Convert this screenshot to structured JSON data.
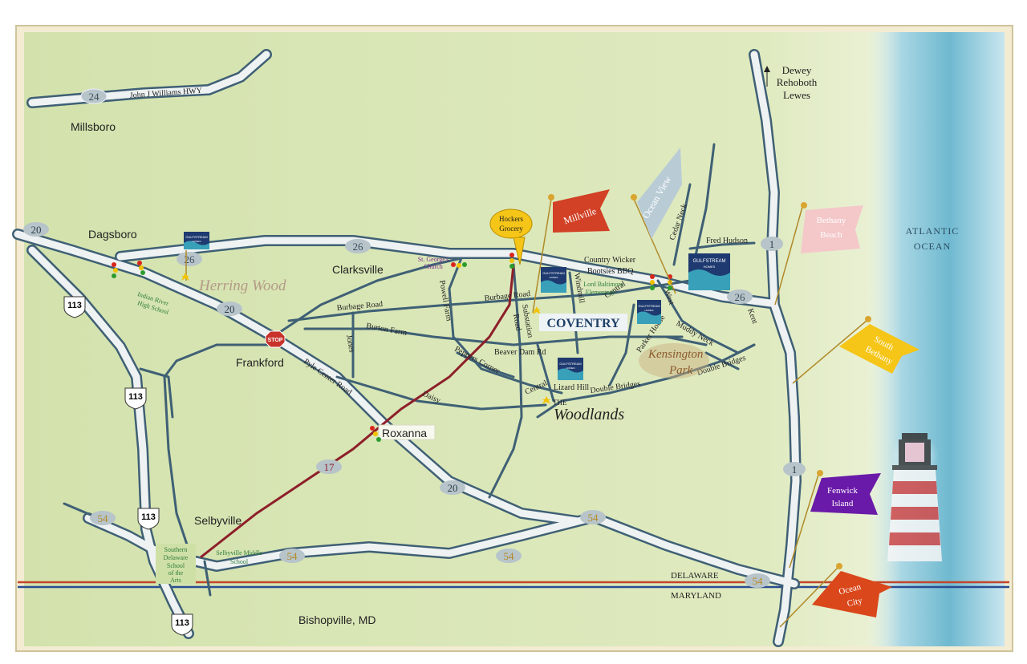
{
  "places": {
    "millsboro": "Millsboro",
    "dagsboro": "Dagsboro",
    "clarksville": "Clarksville",
    "frankford": "Frankford",
    "selbyville": "Selbyville",
    "roxanna": "Roxanna",
    "bishopville": "Bishopville, MD",
    "coventry": "COVENTRY",
    "herring_wood": "Herring Wood",
    "kensington_line1": "Kensington",
    "kensington_line2": "Park",
    "woodlands_the": "THE",
    "woodlands": "Woodlands",
    "atlantic_line1": "ATLANTIC",
    "atlantic_line2": "OCEAN",
    "dewey_line1": "Dewey",
    "dewey_line2": "Rehoboth",
    "dewey_line3": "Lewes",
    "delaware": "DELAWARE",
    "maryland": "MARYLAND"
  },
  "routes": {
    "r24": "24",
    "r20a": "20",
    "r20b": "20",
    "r20c": "20",
    "r26a": "26",
    "r26b": "26",
    "r26c": "26",
    "r113a": "113",
    "r113b": "113",
    "r113c": "113",
    "r113d": "113",
    "r54a": "54",
    "r54b": "54",
    "r54c": "54",
    "r54d": "54",
    "r54e": "54",
    "r17": "17",
    "r1a": "1",
    "r1b": "1"
  },
  "roads": {
    "john_j_williams": "John J Williams HWY",
    "burbage_left": "Burbage Road",
    "burbage_right": "Burbage Road",
    "burton_farm": "Burton Farm",
    "jones": "Jones",
    "powell_farm": "Powell Farm",
    "peppers_corner": "Peppers Corner",
    "pyle_center": "Pyle Center Road",
    "daisy": "Daisy",
    "beaver_dam": "Beaver Dam Rd",
    "substation_line1": "Substation",
    "substation_line2": "Road",
    "windmill": "Windmill",
    "central_a": "Central",
    "central_b": "Central",
    "lizard_hill": "Lizard Hill",
    "double_bridges_a": "Double Bridges",
    "double_bridges_b": "Double Bridges",
    "parker_house": "Parker House",
    "muddy_neck": "Muddy Neck",
    "west": "West",
    "cedar_neck": "Cedar Neck",
    "fred_hudson": "Fred Hudson",
    "kent": "Kent",
    "country_wicker": "Country Wicker",
    "bootsies": "Bootsies BBQ"
  },
  "landmarks": {
    "st_george_line1": "St. George's",
    "st_george_line2": "Church",
    "indian_river_line1": "Indian River",
    "indian_river_line2": "High School",
    "lord_baltimore_line1": "Lord Baltimore",
    "lord_baltimore_line2": "Elementary",
    "selbyville_middle_line1": "Selbyville Middle",
    "selbyville_middle_line2": "School",
    "southern_line1": "Southern",
    "southern_line2": "Delaware",
    "southern_line3": "School",
    "southern_line4": "of the",
    "southern_line5": "Arts",
    "hockers_line1": "Hockers",
    "hockers_line2": "Grocery",
    "stop": "STOP"
  },
  "flags": {
    "millville": "Millville",
    "ocean_view": "Ocean View",
    "bethany_line1": "Bethany",
    "bethany_line2": "Beach",
    "south_bethany_line1": "South",
    "south_bethany_line2": "Bethany",
    "fenwick_line1": "Fenwick",
    "fenwick_line2": "Island",
    "ocean_city_line1": "Ocean",
    "ocean_city_line2": "City"
  },
  "badges": {
    "gulfstream_line1": "GULFSTREAM",
    "gulfstream_line2": "HOMES"
  },
  "colors": {
    "land": "#d7e5b3",
    "ocean": "#7cc0d6",
    "road": "#3f6075",
    "highway_fill": "#e9eef0",
    "route17": "#8d1f2a",
    "state_line_red": "#c2462a",
    "state_line_blue": "#2a4c93",
    "millville_flag": "#d24025",
    "ocean_view_flag": "#b9ccd6",
    "bethany_flag": "#f4c7c9",
    "south_bethany_flag": "#f5c518",
    "fenwick_flag": "#6a1aa8",
    "ocean_city_flag": "#d9471a",
    "coventry_label": "#1e3f66",
    "herring_wood_label": "#b49a86",
    "kensington_label": "#8b5a2b"
  },
  "icons": [
    "traffic-light-icon",
    "star-marker-icon",
    "gulfstream-homes-logo",
    "stop-sign-icon",
    "lighthouse-illustration",
    "route-shield-icon",
    "interstate-shield-icon"
  ]
}
